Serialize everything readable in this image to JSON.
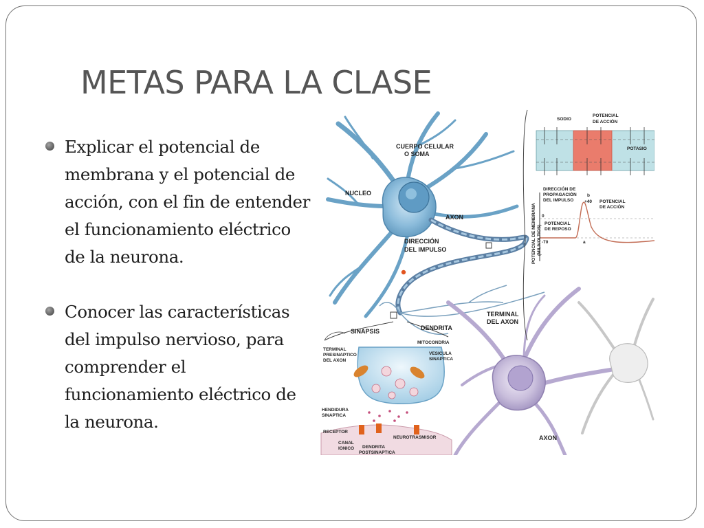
{
  "slide": {
    "title": "METAS PARA LA CLASE",
    "bullets": [
      "Explicar el potencial de membrana y el potencial de acción, con el fin de entender el funcionamiento eléctrico de la neurona.",
      "Conocer las características del impulso nervioso, para comprender el funcionamiento eléctrico de la neurona."
    ]
  },
  "figure": {
    "labels": {
      "cuerpo_celular_1": "CUERPO CELULAR",
      "cuerpo_celular_2": "O SOMA",
      "nucleo": "NUCLEO",
      "axon_top": "AXON",
      "direccion_1": "DIRECCIÓN",
      "direccion_2": "DEL IMPULSO",
      "sinapsis": "SINAPSIS",
      "dendrita": "DENDRITA",
      "terminal_axon_1": "TERMINAL",
      "terminal_axon_2": "DEL AXON",
      "axon_bottom": "AXON",
      "sodio": "SODIO",
      "potencial_accion_top_1": "POTENCIAL",
      "potencial_accion_top_2": "DE ACCIÓN",
      "potasio": "POTASIO",
      "dir_prop_1": "DIRECCIÓN DE",
      "dir_prop_2": "PROPAGACIÓN",
      "dir_prop_3": "DEL IMPULSO",
      "b_marker": "b",
      "plus40": "+40",
      "zero": "0",
      "minus70": "-70",
      "a_marker": "a",
      "potencial_accion_graph_1": "POTENCIAL",
      "potencial_accion_graph_2": "DE ACCIÓN",
      "potencial_reposo_1": "POTENCIAL",
      "potencial_reposo_2": "DE REPOSO",
      "y_axis_1": "POTENCIAL DE MEMBRANA",
      "y_axis_2": "(MILIVOLTIOS)",
      "terminal_pre_1": "TERMINAL",
      "terminal_pre_2": "PRESINAPTICO",
      "terminal_pre_3": "DEL AXON",
      "mitocondria": "MITOCONDRIA",
      "vesicula_1": "VESICULA",
      "vesicula_2": "SINAPTICA",
      "hendidura_1": "HENDIDURA",
      "hendidura_2": "SINAPTICA",
      "receptor": "RECEPTOR",
      "neurotrasmisor": "NEUROTRASMISOR",
      "canal_1": "CANAL",
      "canal_2": "IONICO",
      "dendrita_post_1": "DENDRITA",
      "dendrita_post_2": "POSTSINAPTICA"
    }
  }
}
